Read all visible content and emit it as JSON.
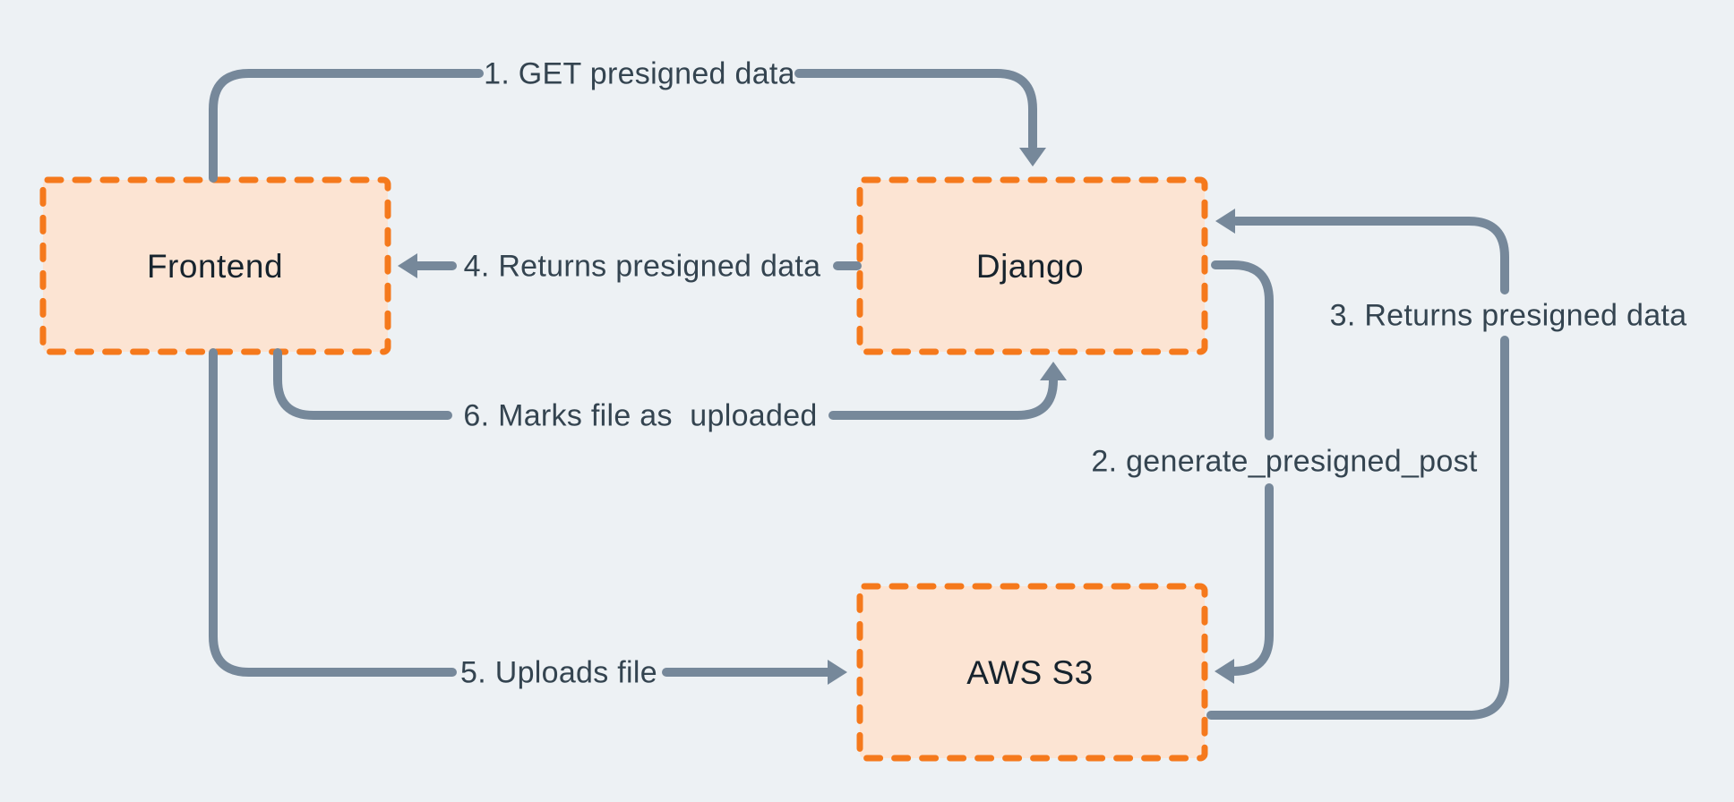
{
  "diagram": {
    "nodes": [
      {
        "id": "frontend",
        "label": "Frontend"
      },
      {
        "id": "django",
        "label": "Django"
      },
      {
        "id": "aws-s3",
        "label": "AWS S3"
      }
    ],
    "arrows": [
      {
        "step": "1",
        "label": "1. GET presigned data",
        "from": "frontend",
        "to": "django"
      },
      {
        "step": "2",
        "label": "2. generate_presigned_post",
        "from": "django",
        "to": "aws-s3"
      },
      {
        "step": "3",
        "label": "3. Returns presigned data",
        "from": "aws-s3",
        "to": "django"
      },
      {
        "step": "4",
        "label": "4. Returns presigned data",
        "from": "django",
        "to": "frontend"
      },
      {
        "step": "5",
        "label": "5. Uploads file",
        "from": "frontend",
        "to": "aws-s3"
      },
      {
        "step": "6",
        "label": "6. Marks file as  uploaded",
        "from": "frontend",
        "to": "django"
      }
    ],
    "colors": {
      "background": "#edf1f4",
      "node_fill": "#fce4d3",
      "node_border": "#f5791c",
      "arrow": "#76889a",
      "node_text": "#16232d",
      "label_text": "#344450"
    }
  }
}
